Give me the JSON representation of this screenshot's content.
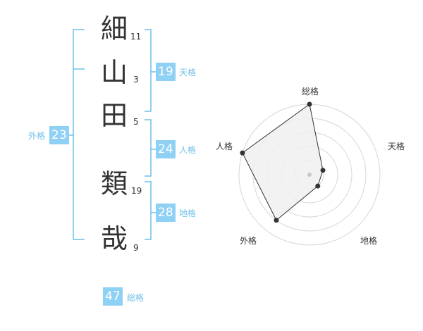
{
  "name_chars": [
    {
      "char": "細",
      "strokes": "11"
    },
    {
      "char": "山",
      "strokes": "3"
    },
    {
      "char": "田",
      "strokes": "5"
    },
    {
      "char": "類",
      "strokes": "19"
    },
    {
      "char": "哉",
      "strokes": "9"
    }
  ],
  "kaku": {
    "tenkaku": {
      "value": "19",
      "label": "天格"
    },
    "jinkaku": {
      "value": "24",
      "label": "人格"
    },
    "chikaku": {
      "value": "28",
      "label": "地格"
    },
    "gaikaku": {
      "value": "23",
      "label": "外格"
    },
    "soukaku": {
      "value": "47",
      "label": "総格"
    }
  },
  "radar": {
    "axes": [
      "総格",
      "天格",
      "地格",
      "外格",
      "人格"
    ],
    "scores": [
      5,
      1,
      1,
      4,
      5
    ],
    "max": 5,
    "rings": 5,
    "colors": {
      "ring": "#d6d6d6",
      "fill": "#f0f0f0",
      "line": "#333333",
      "point": "#333333",
      "center": "#c8c8c8"
    }
  },
  "colors": {
    "accent": "#8fd0f5",
    "bracket": "#6fbfe8",
    "label": "#6fbfe8",
    "text": "#333333"
  }
}
